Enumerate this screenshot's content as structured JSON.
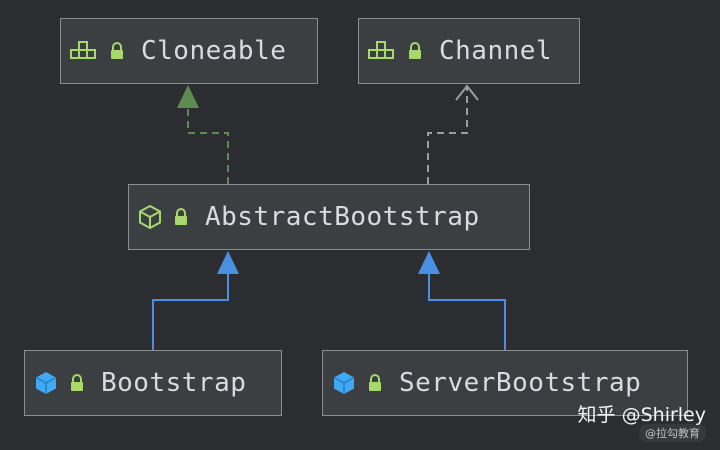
{
  "nodes": {
    "cloneable": {
      "name": "Cloneable",
      "kind": "interface"
    },
    "channel": {
      "name": "Channel",
      "kind": "interface"
    },
    "abstract_bootstrap": {
      "name": "AbstractBootstrap",
      "kind": "abstract-class"
    },
    "bootstrap": {
      "name": "Bootstrap",
      "kind": "class"
    },
    "server_bootstrap": {
      "name": "ServerBootstrap",
      "kind": "class"
    }
  },
  "edges": [
    {
      "from": "AbstractBootstrap",
      "to": "Cloneable",
      "type": "implements",
      "color": "#5e8c4f"
    },
    {
      "from": "AbstractBootstrap",
      "to": "Channel",
      "type": "implements",
      "color": "#9a9da1"
    },
    {
      "from": "Bootstrap",
      "to": "AbstractBootstrap",
      "type": "extends",
      "color": "#4a90e2"
    },
    {
      "from": "ServerBootstrap",
      "to": "AbstractBootstrap",
      "type": "extends",
      "color": "#4a90e2"
    }
  ],
  "colors": {
    "background": "#2b2d30",
    "node_fill": "#3c3f41",
    "node_border": "#8a8d91",
    "text": "#d8dbe0",
    "interface_icon": "#a6d96a",
    "lock_icon": "#a6d96a",
    "class_icon": "#3fa9f5"
  },
  "watermark": {
    "text": "知乎 @Shirley",
    "sub": "@拉勾教育"
  }
}
